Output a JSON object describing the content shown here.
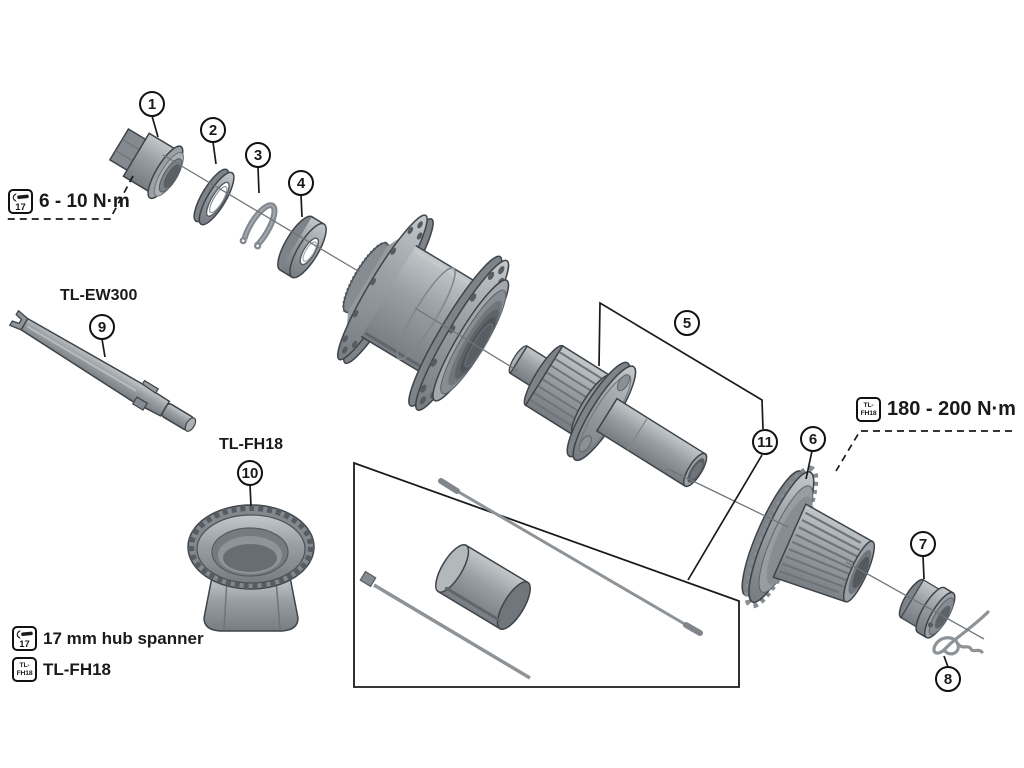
{
  "figure": {
    "description": "Exploded parts diagram of a bicycle rear freehub assembly",
    "background": "#ffffff",
    "line_color": "#1a1a1a",
    "metal_color": "#9aa0a4"
  },
  "callouts": [
    "1",
    "2",
    "3",
    "4",
    "5",
    "6",
    "7",
    "8",
    "9",
    "10",
    "11"
  ],
  "tool_labels": {
    "ew300": "TL-EW300",
    "fh18": "TL-FH18"
  },
  "torque": {
    "left": {
      "icon_number": "17",
      "value": "6 - 10 N·m"
    },
    "right": {
      "icon_line1": "TL-",
      "icon_line2": "FH18",
      "value": "180 - 200 N·m"
    }
  },
  "legend": {
    "spanner": {
      "icon_number": "17",
      "text": "17 mm hub spanner"
    },
    "fh18": {
      "icon_line1": "TL-",
      "icon_line2": "FH18",
      "text": "TL-FH18"
    }
  }
}
